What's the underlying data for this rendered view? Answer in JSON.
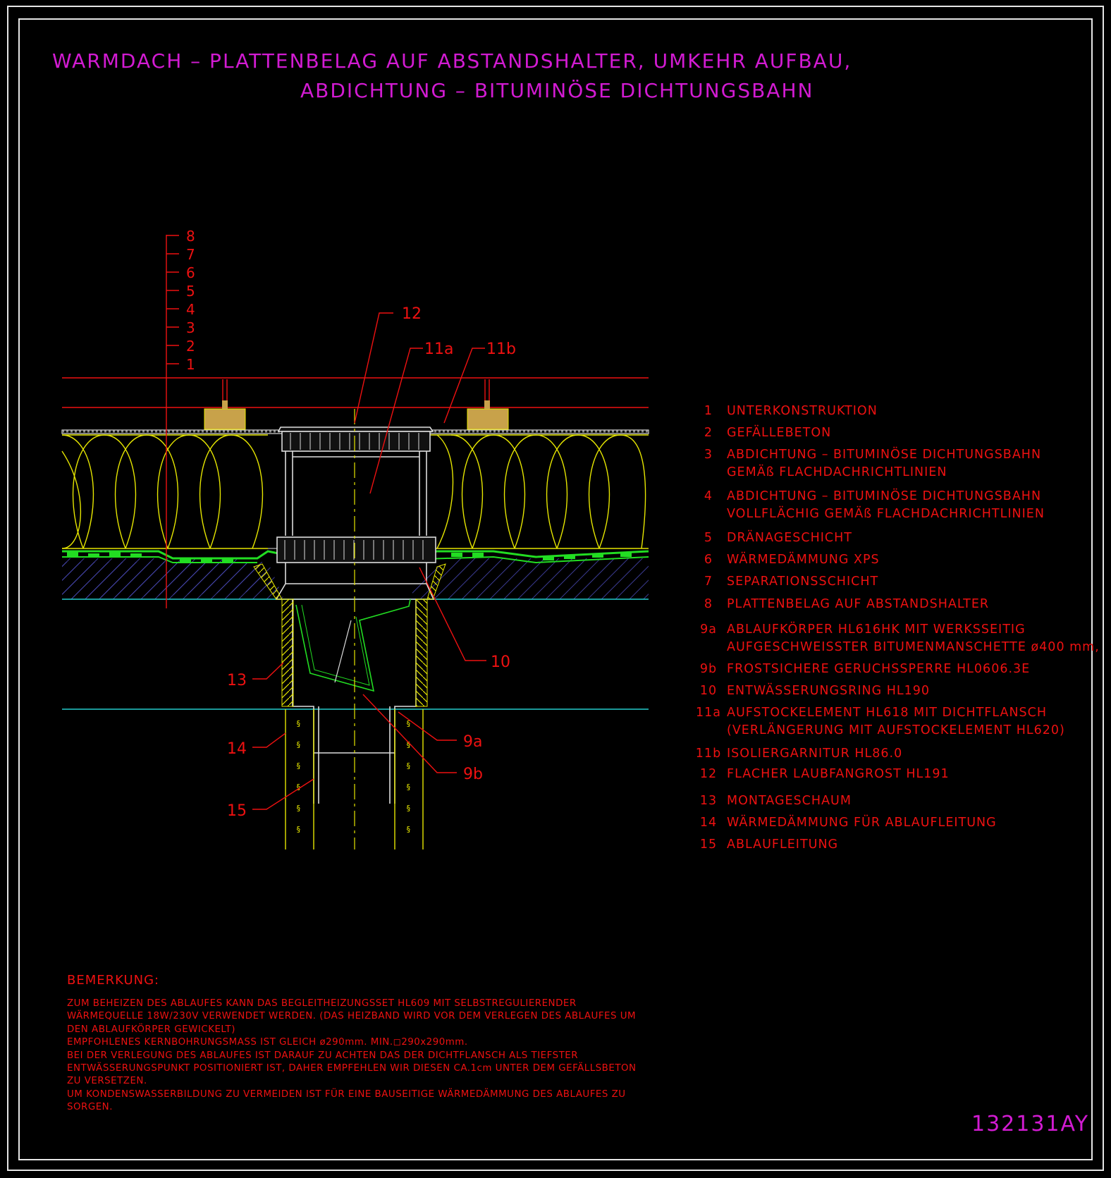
{
  "title": {
    "line1": "WARMDACH – PLATTENBELAG AUF ABSTANDSHALTER, UMKEHR AUFBAU,",
    "line2": "ABDICHTUNG – BITUMINÖSE DICHTUNGSBAHN"
  },
  "callouts": {
    "layers": [
      "8",
      "7",
      "6",
      "5",
      "4",
      "3",
      "2",
      "1"
    ],
    "c12": "12",
    "c11a": "11a",
    "c11b": "11b",
    "c10": "10",
    "c13": "13",
    "c14": "14",
    "c15": "15",
    "c9a": "9a",
    "c9b": "9b"
  },
  "legend": [
    {
      "num": "1",
      "lines": [
        "UNTERKONSTRUKTION"
      ]
    },
    {
      "num": "2",
      "lines": [
        "GEFÄLLEBETON"
      ]
    },
    {
      "num": "3",
      "lines": [
        "ABDICHTUNG – BITUMINÖSE DICHTUNGSBAHN",
        "GEMÄß FLACHDACHRICHTLINIEN"
      ]
    },
    {
      "num": "4",
      "lines": [
        "ABDICHTUNG – BITUMINÖSE DICHTUNGSBAHN",
        "VOLLFLÄCHIG GEMÄß FLACHDACHRICHTLINIEN"
      ]
    },
    {
      "num": "5",
      "lines": [
        "DRÄNAGESCHICHT"
      ]
    },
    {
      "num": "6",
      "lines": [
        "WÄRMEDÄMMUNG XPS"
      ]
    },
    {
      "num": "7",
      "lines": [
        "SEPARATIONSSCHICHT"
      ]
    },
    {
      "num": "8",
      "lines": [
        "PLATTENBELAG AUF ABSTANDSHALTER"
      ]
    },
    {
      "num": "9a",
      "lines": [
        "ABLAUFKÖRPER HL616HK MIT WERKSSEITIG",
        "AUFGESCHWEISSTER BITUMENMANSCHETTE ø400 mm,"
      ]
    },
    {
      "num": "9b",
      "lines": [
        "FROSTSICHERE GERUCHSSPERRE HL0606.3E"
      ]
    },
    {
      "num": "10",
      "lines": [
        "ENTWÄSSERUNGSRING HL190"
      ]
    },
    {
      "num": "11a",
      "lines": [
        "AUFSTOCKELEMENT HL618 MIT DICHTFLANSCH",
        "(VERLÄNGERUNG MIT AUFSTOCKELEMENT HL620)"
      ]
    },
    {
      "num": "11b",
      "lines": [
        "ISOLIERGARNITUR HL86.0"
      ]
    },
    {
      "num": "12",
      "lines": [
        "FLACHER LAUBFANGROST HL191"
      ]
    },
    {
      "num": "13",
      "lines": [
        "MONTAGESCHAUM"
      ]
    },
    {
      "num": "14",
      "lines": [
        "WÄRMEDÄMMUNG FÜR ABLAUFLEITUNG"
      ]
    },
    {
      "num": "15",
      "lines": [
        "ABLAUFLEITUNG"
      ]
    }
  ],
  "notes": {
    "heading": "BEMERKUNG:",
    "lines": [
      "ZUM BEHEIZEN DES ABLAUFES KANN DAS BEGLEITHEIZUNGSSET HL609 MIT SELBSTREGULIERENDER",
      "WÄRMEQUELLE 18W/230V VERWENDET WERDEN. (DAS HEIZBAND WIRD VOR DEM VERLEGEN DES ABLAUFES UM",
      "DEN ABLAUFKÖRPER GEWICKELT)",
      "EMPFOHLENES KERNBOHRUNGSMASS IST GLEICH ø290mm. MIN.◻290x290mm.",
      "BEI DER VERLEGUNG DES ABLAUFES IST DARAUF ZU ACHTEN DAS DER DICHTFLANSCH ALS TIEFSTER",
      "ENTWÄSSERUNGSPUNKT POSITIONIERT IST, DAHER EMPFEHLEN WIR DIESEN CA.1cm UNTER DEM GEFÄLLSBETON",
      "ZU VERSETZEN.",
      "UM KONDENSWASSERBILDUNG ZU VERMEIDEN IST FÜR EINE BAUSEITIGE WÄRMEDÄMMUNG DES ABLAUFES ZU",
      "SORGEN."
    ]
  },
  "drawing_code": "132131AY",
  "colors": {
    "background": "#000000",
    "frame": "#e6e6e6",
    "title": "#d21bd2",
    "text": "#ee1111",
    "insulation": "#e6e600",
    "drainage": "#22dd22",
    "concrete_line": "#22cccc",
    "concrete_hatch": "#4a4ab8",
    "spacer": "#c8a24a",
    "drain_body": "#dddddd"
  }
}
